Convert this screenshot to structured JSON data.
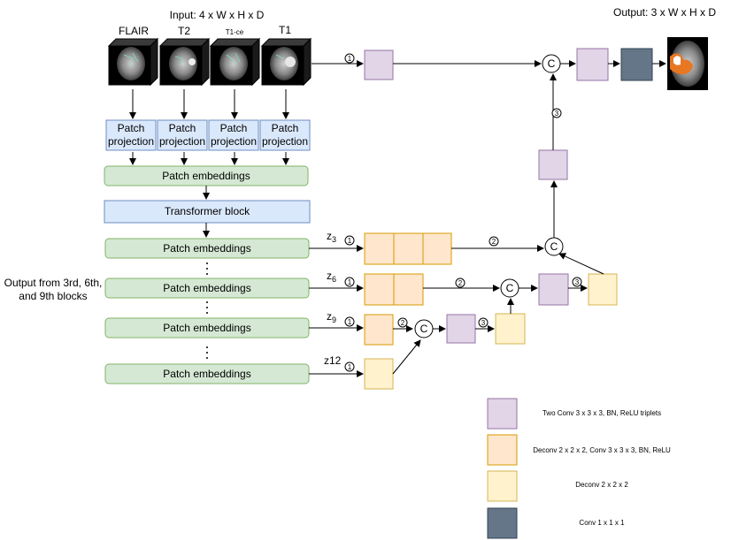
{
  "header": {
    "input_label": "Input: 4 x W x H x D",
    "output_label": "Output: 3 x W x H x D"
  },
  "modalities": [
    "FLAIR",
    "T2",
    "T1-ce",
    "T1"
  ],
  "patch_projection": {
    "line1": "Patch",
    "line2": "projection"
  },
  "encoder": {
    "patch_embeddings": "Patch embeddings",
    "transformer_block": "Transformer block",
    "side_note": [
      "Output from 3rd, 6th,",
      "and 9th blocks"
    ]
  },
  "skips": [
    {
      "base": "z",
      "sub": "3"
    },
    {
      "base": "z",
      "sub": "6"
    },
    {
      "base": "z",
      "sub": "9"
    },
    {
      "base": "z12",
      "sub": ""
    }
  ],
  "markers": {
    "one": "1",
    "two": "2",
    "three": "3",
    "concat": "C"
  },
  "legend": [
    {
      "key": "purple",
      "label": "Two Conv 3 x 3 x 3, BN, ReLU triplets"
    },
    {
      "key": "orange",
      "label": "Deconv 2 x 2 x 2, Conv 3 x 3 x 3, BN, ReLU"
    },
    {
      "key": "yellow",
      "label": "Deconv 2 x 2 x 2"
    },
    {
      "key": "dark",
      "label": "Conv 1 x 1 x 1"
    }
  ],
  "colors": {
    "green": "#d5e8d4",
    "blue": "#dae8fc",
    "purple": "#e1d5e7",
    "orange": "#ffe6cc",
    "yellow": "#fff2cc",
    "dark": "#647687",
    "tumor": "#e87722"
  }
}
